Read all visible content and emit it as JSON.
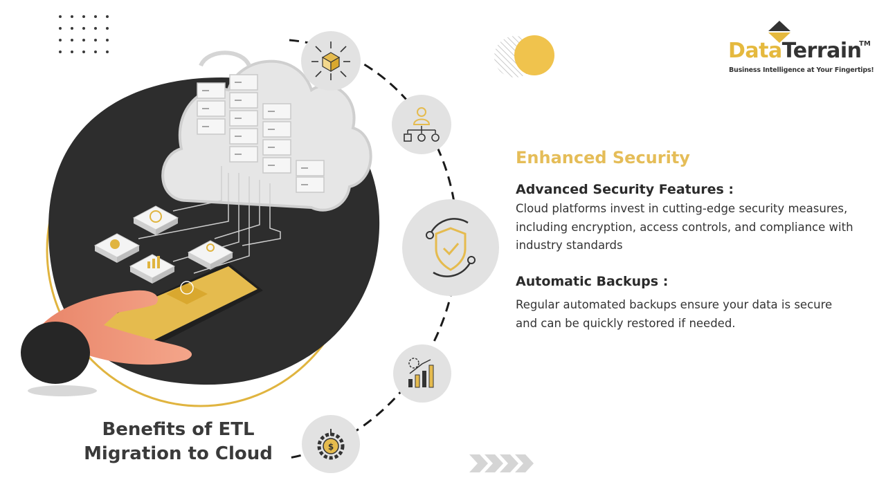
{
  "brand": {
    "name_part1": "Data",
    "name_part2": "Terrain",
    "trademark": "TM",
    "tagline": "Business Intelligence at Your Fingertips!",
    "colors": {
      "accent": "#e5b93e",
      "dark": "#333333"
    }
  },
  "slide": {
    "title": "Benefits of ETL Migration to Cloud",
    "section_heading": "Enhanced Security",
    "features": [
      {
        "heading": "Advanced Security Features :",
        "text": "Cloud platforms invest in cutting-edge security measures, including encryption, access controls, and compliance with industry standards"
      },
      {
        "heading": "Automatic Backups :",
        "text": "Regular automated backups ensure your data is secure and can be quickly restored if needed."
      }
    ]
  },
  "timeline_icons": [
    {
      "name": "scalability-cube-icon"
    },
    {
      "name": "workflow-hierarchy-icon"
    },
    {
      "name": "security-shield-icon",
      "active": true
    },
    {
      "name": "performance-chart-icon"
    },
    {
      "name": "cost-savings-gear-icon"
    }
  ],
  "decor": {
    "chevrons": "next-arrows-icon"
  }
}
